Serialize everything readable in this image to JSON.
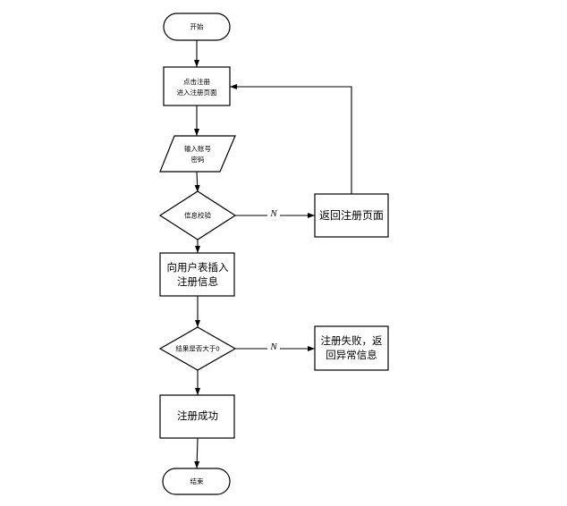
{
  "diagram": {
    "background": "#ffffff",
    "stroke_color": "#000000",
    "node_fill": "#ffffff",
    "nodes": {
      "start": {
        "shape": "terminator",
        "label": "开始"
      },
      "click_register": {
        "shape": "process",
        "lines": [
          "点击注册",
          "进入注册页面"
        ]
      },
      "input_credentials": {
        "shape": "input-output",
        "lines": [
          "输入账号",
          "密码"
        ]
      },
      "verify_info": {
        "shape": "decision",
        "label": "信息校验"
      },
      "return_register_page": {
        "shape": "process",
        "label": "返回注册页面"
      },
      "insert_user_table": {
        "shape": "process",
        "lines": [
          "向用户表插入",
          "注册信息"
        ]
      },
      "result_gt_zero": {
        "shape": "decision",
        "label": "结果是否大于0"
      },
      "register_failed": {
        "shape": "process",
        "lines": [
          "注册失败，返",
          "回异常信息"
        ]
      },
      "register_success": {
        "shape": "process",
        "label": "注册成功"
      },
      "end": {
        "shape": "terminator",
        "label": "结束"
      }
    },
    "edges": {
      "verify_no_label": "N",
      "result_no_label": "N"
    }
  }
}
